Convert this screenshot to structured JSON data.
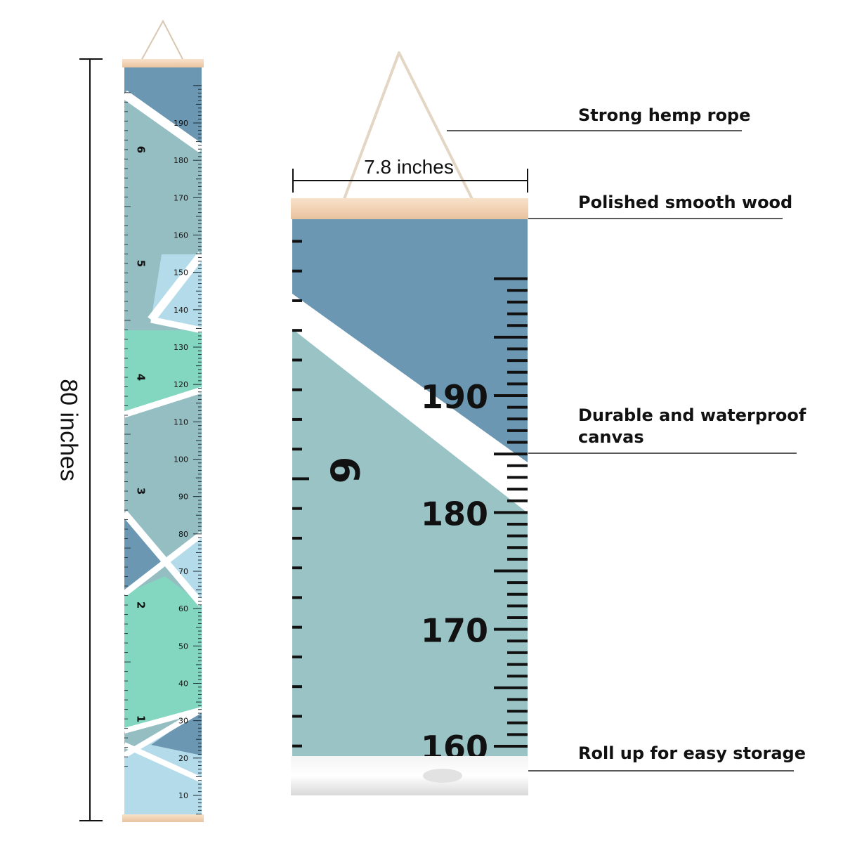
{
  "dimensions": {
    "height_label": "80 inches",
    "width_label": "7.8 inches"
  },
  "callouts": [
    {
      "id": "rope",
      "text": "Strong hemp rope"
    },
    {
      "id": "wood",
      "text": "Polished smooth wood"
    },
    {
      "id": "canvas",
      "text": "Durable and waterproof\ncanvas"
    },
    {
      "id": "roll",
      "text": "Roll up for easy storage"
    }
  ],
  "small_chart": {
    "cm_labels": [
      "10",
      "20",
      "30",
      "40",
      "50",
      "60",
      "70",
      "80",
      "90",
      "100",
      "110",
      "120",
      "130",
      "140",
      "150",
      "160",
      "170",
      "180",
      "190"
    ],
    "feet_labels": [
      "1",
      "2",
      "3",
      "4",
      "5",
      "6"
    ]
  },
  "large_chart": {
    "cm_labels": [
      "160",
      "170",
      "180",
      "190"
    ],
    "feet_label": "6"
  },
  "colors": {
    "steel_blue": "#6b97b2",
    "sage": "#95bec2",
    "mint": "#83d6bf",
    "light_blue": "#b4dbea",
    "wood": "#f2d2b4",
    "ink": "#111111"
  }
}
